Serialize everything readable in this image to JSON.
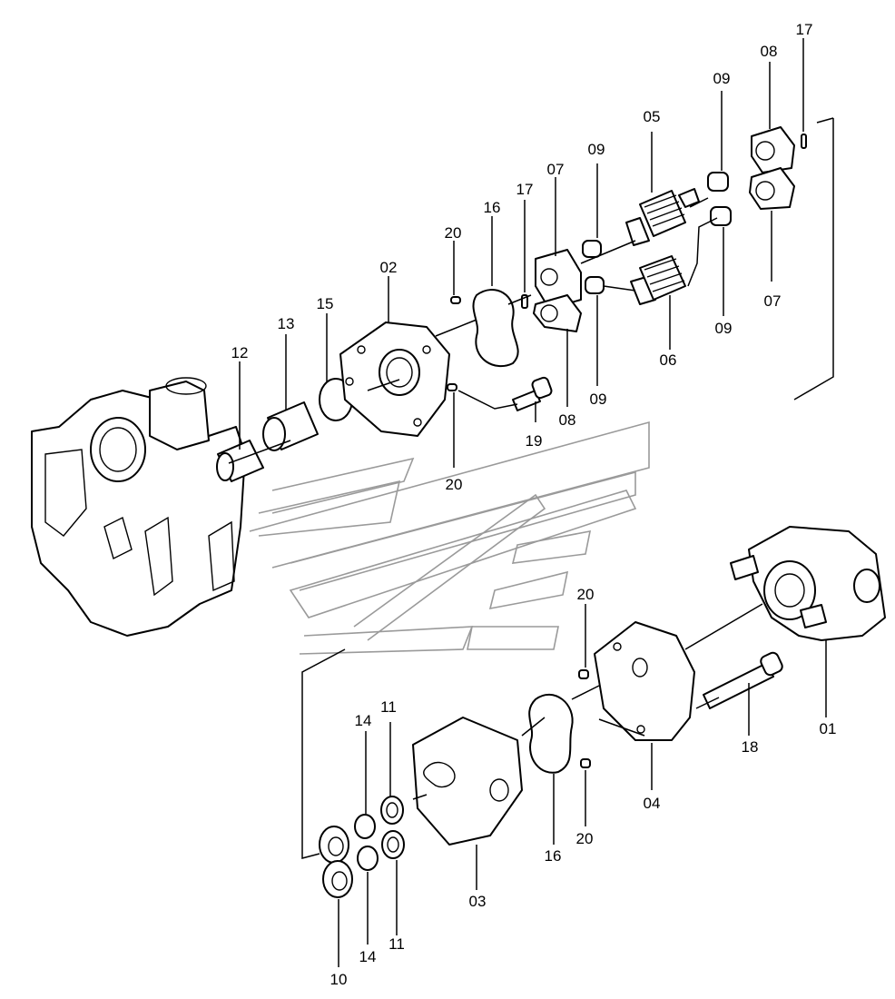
{
  "callouts": [
    {
      "id": "l17a",
      "text": "17"
    },
    {
      "id": "l08a",
      "text": "08"
    },
    {
      "id": "l09a",
      "text": "09"
    },
    {
      "id": "l05",
      "text": "05"
    },
    {
      "id": "l09b",
      "text": "09"
    },
    {
      "id": "l07a",
      "text": "07"
    },
    {
      "id": "l17b",
      "text": "17"
    },
    {
      "id": "l16a",
      "text": "16"
    },
    {
      "id": "l20a",
      "text": "20"
    },
    {
      "id": "l02",
      "text": "02"
    },
    {
      "id": "l15",
      "text": "15"
    },
    {
      "id": "l13",
      "text": "13"
    },
    {
      "id": "l12",
      "text": "12"
    },
    {
      "id": "l07b",
      "text": "07"
    },
    {
      "id": "l09c",
      "text": "09"
    },
    {
      "id": "l06",
      "text": "06"
    },
    {
      "id": "l09d",
      "text": "09"
    },
    {
      "id": "l08b",
      "text": "08"
    },
    {
      "id": "l19",
      "text": "19"
    },
    {
      "id": "l20b",
      "text": "20"
    },
    {
      "id": "l20c",
      "text": "20"
    },
    {
      "id": "l01",
      "text": "01"
    },
    {
      "id": "l18",
      "text": "18"
    },
    {
      "id": "l04",
      "text": "04"
    },
    {
      "id": "l20d",
      "text": "20"
    },
    {
      "id": "l16b",
      "text": "16"
    },
    {
      "id": "l03",
      "text": "03"
    },
    {
      "id": "l14a",
      "text": "14"
    },
    {
      "id": "l11a",
      "text": "11"
    },
    {
      "id": "l14b",
      "text": "14"
    },
    {
      "id": "l11b",
      "text": "11"
    },
    {
      "id": "l10",
      "text": "10"
    }
  ]
}
